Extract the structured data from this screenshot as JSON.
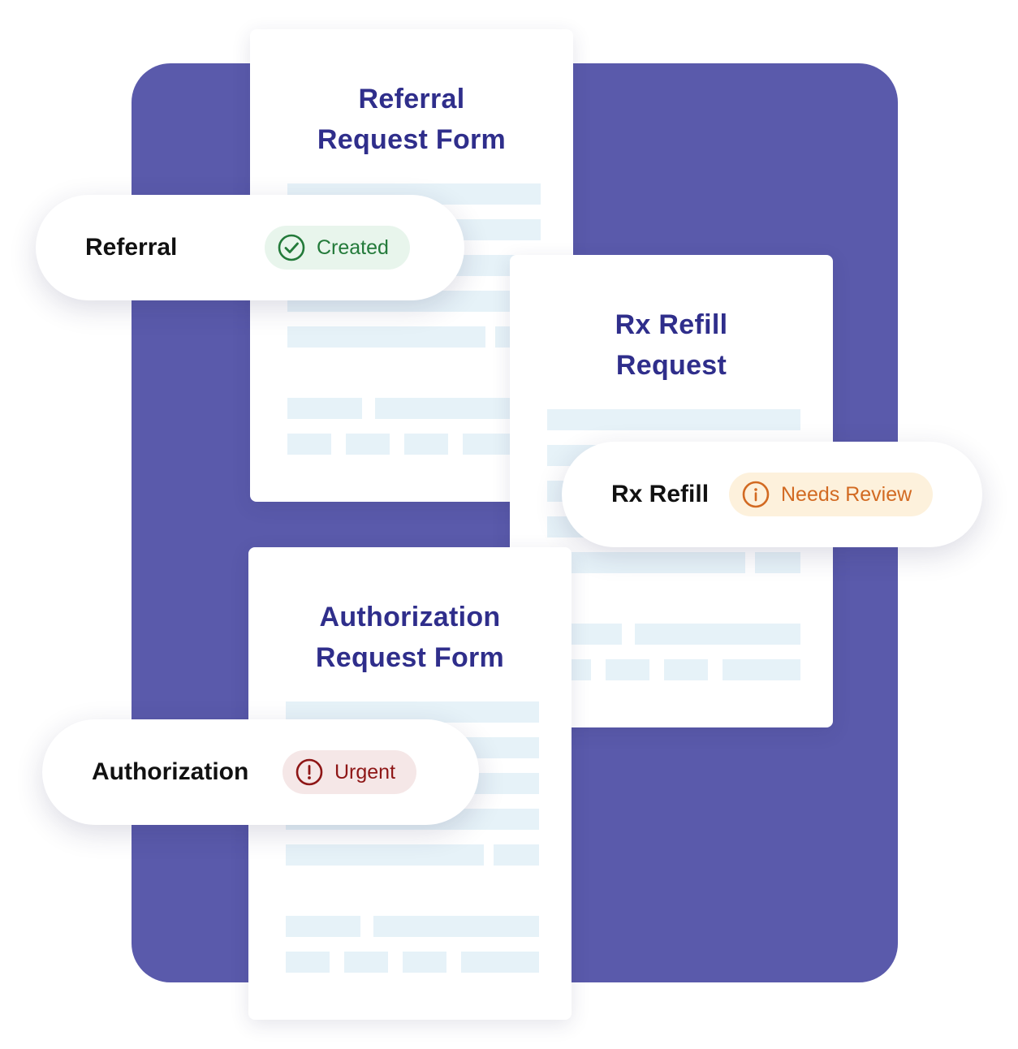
{
  "documents": {
    "referral": {
      "title_line1": "Referral",
      "title_line2": "Request Form"
    },
    "rx_refill": {
      "title_line1": "Rx Refill",
      "title_line2": "Request"
    },
    "authorization": {
      "title_line1": "Authorization",
      "title_line2": "Request Form"
    }
  },
  "pills": {
    "referral": {
      "label": "Referral",
      "status": "Created",
      "icon": "check-circle-icon"
    },
    "rx_refill": {
      "label": "Rx Refill",
      "status": "Needs Review",
      "icon": "info-circle-icon"
    },
    "authorization": {
      "label": "Authorization",
      "status": "Urgent",
      "icon": "alert-circle-icon"
    }
  },
  "colors": {
    "panel": "#5a5aab",
    "title": "#2f2e8b",
    "placeholder_line": "#e6f2f8",
    "created": "#237a3a",
    "needs_review": "#d26a22",
    "urgent": "#8e1616"
  }
}
